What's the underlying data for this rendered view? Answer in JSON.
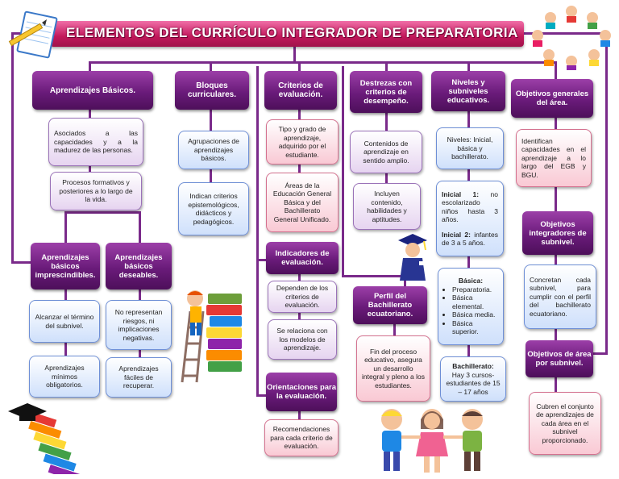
{
  "title": "ELEMENTOS DEL CURRÍCULO INTEGRADOR DE PREPARATORIA",
  "col1": {
    "header": "Aprendizajes Básicos.",
    "box1": "Asociados a las capacidades y a la madurez de las personas.",
    "box2": "Procesos formativos y posteriores a lo largo de la vida.",
    "sub1": {
      "header": "Aprendizajes básicos imprescindibles.",
      "box1": "Alcanzar el término del subnivel.",
      "box2": "Aprendizajes mínimos obligatorios."
    },
    "sub2": {
      "header": "Aprendizajes básicos deseables.",
      "box1": "No representan riesgos, ni implicaciones negativas.",
      "box2": "Aprendizajes fáciles de recuperar."
    }
  },
  "col2": {
    "header": "Bloques curriculares.",
    "box1": "Agrupaciones de aprendizajes básicos.",
    "box2": "Indican criterios epistemológicos, didácticos y pedagógicos."
  },
  "col3": {
    "header": "Criterios de evaluación.",
    "box1": "Tipo y grado de aprendizaje, adquirido por el estudiante.",
    "box2": "Áreas de la Educación General Básica y del Bachillerato General Unificado.",
    "sub1": {
      "header": "Indicadores de evaluación.",
      "box1": "Dependen de los criterios de evaluación.",
      "box2": "Se relaciona con los modelos de aprendizaje."
    },
    "sub2": {
      "header": "Orientaciones para la evaluación.",
      "box1": "Recomendaciones para cada criterio de evaluación."
    }
  },
  "col4": {
    "header": "Destrezas con criterios de desempeño.",
    "box1": "Contenidos de aprendizaje en sentido amplio.",
    "box2": "Incluyen contenido, habilidades y aptitudes.",
    "sub": {
      "header": "Perfil del Bachillerato ecuatoriano.",
      "box1": "Fin del proceso educativo, asegura un desarrollo integral y pleno a los estudiantes."
    }
  },
  "col5": {
    "header": "Niveles y subniveles educativos.",
    "box1": "Niveles: Inicial, básica y bachillerato.",
    "inicial1_label": "Inicial 1:",
    "inicial1_text": "no escolarizado niños hasta 3 años.",
    "inicial2_label": "Inicial 2:",
    "inicial2_text": "infantes de 3 a 5 años.",
    "basica_label": "Básica:",
    "basica_items": [
      "Preparatoria.",
      "Básica elemental.",
      "Básica media.",
      "Básica superior."
    ],
    "bach_label": "Bachillerato:",
    "bach_text": "Hay 3 cursos- estudiantes de 15 – 17 años"
  },
  "col6": {
    "header": "Objetivos generales del área.",
    "box1": "Identifican capacidades en el aprendizaje a lo largo del EGB y BGU.",
    "sub1": {
      "header": "Objetivos integradores de subnivel.",
      "box1": "Concretan cada subnivel, para cumplir con el perfil del bachillerato ecuatoriano."
    },
    "sub2": {
      "header": "Objetivos de área por subnivel.",
      "box1": "Cubren el conjunto de aprendizajes de cada área en el subnivel proporcionado."
    }
  },
  "colors": {
    "header": "#6a1b7a",
    "title": "#c2185b",
    "line": "#7a2a8a"
  }
}
